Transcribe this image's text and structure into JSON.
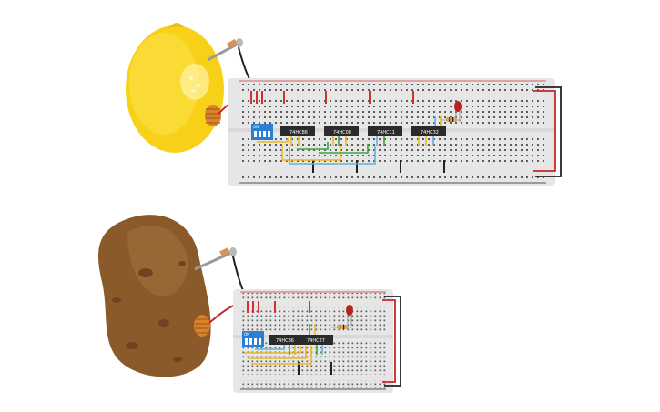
{
  "circuits": [
    {
      "name": "lemon",
      "source": "lemon-battery",
      "chips": [
        "74HC86",
        "74HC08",
        "74HC11",
        "74HC32"
      ],
      "dip_label": "ON",
      "led_color": "#b3261e"
    },
    {
      "name": "potato",
      "source": "potato-battery",
      "chips": [
        "74HC86",
        "74HC27"
      ],
      "dip_label": "ON",
      "led_color": "#b3261e"
    }
  ],
  "colors": {
    "breadboard": "#e6e6e6",
    "rail_red": "#d32f2f",
    "rail_black": "#222222",
    "dip_switch": "#2a7fd4",
    "lemon": "#f7d117",
    "potato": "#8b5a2b",
    "wire_yellow": "#e8b923",
    "wire_green": "#3aa53a",
    "wire_blue": "#5fb3d9"
  }
}
